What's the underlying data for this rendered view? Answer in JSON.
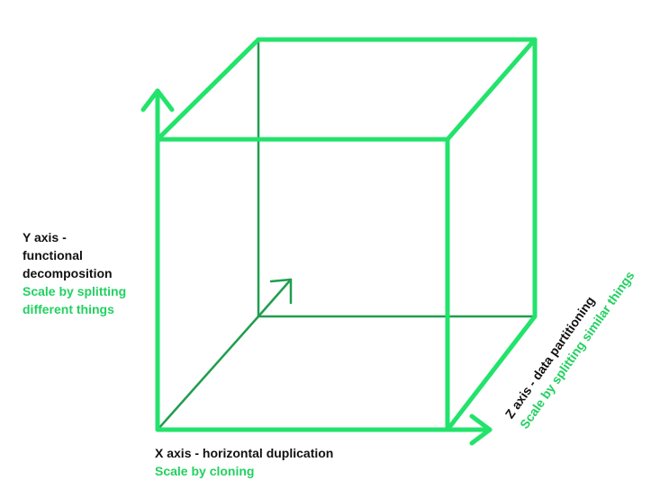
{
  "colors": {
    "edge_bright": "#22e36b",
    "edge_dark": "#1f9e4e",
    "label_primary": "#111111",
    "label_secondary": "#22d160"
  },
  "labels": {
    "y_axis": {
      "title_line1": "Y axis -",
      "title_line2": "functional",
      "title_line3": "decomposition",
      "subtitle_line1": "Scale by splitting",
      "subtitle_line2": "different things"
    },
    "x_axis": {
      "title": "X axis - horizontal duplication",
      "subtitle": "Scale by cloning"
    },
    "z_axis": {
      "title": "Z axis - data partitioning",
      "subtitle": "Scale by splitting similar things"
    }
  }
}
